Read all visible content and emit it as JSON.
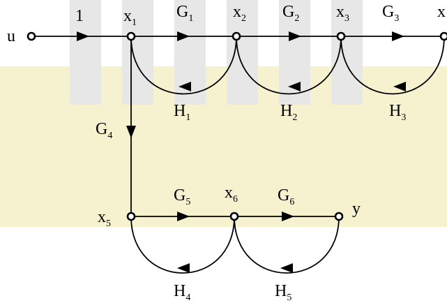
{
  "colors": {
    "background_band": "#f6f2d0",
    "watermark": "#e7e7e7",
    "line": "#000000"
  },
  "nodes": {
    "u": "u",
    "x1": {
      "main": "x",
      "sub": "1"
    },
    "x2": {
      "main": "x",
      "sub": "2"
    },
    "x3": {
      "main": "x",
      "sub": "3"
    },
    "x4": {
      "main": "x",
      "sub": ""
    },
    "x5": {
      "main": "x",
      "sub": "5"
    },
    "x6": {
      "main": "x",
      "sub": "6"
    },
    "y": "y"
  },
  "branches": {
    "input_gain": "1",
    "G1": {
      "main": "G",
      "sub": "1"
    },
    "G2": {
      "main": "G",
      "sub": "2"
    },
    "G3": {
      "main": "G",
      "sub": "3"
    },
    "G4": {
      "main": "G",
      "sub": "4"
    },
    "G5": {
      "main": "G",
      "sub": "5"
    },
    "G6": {
      "main": "G",
      "sub": "6"
    },
    "H1": {
      "main": "H",
      "sub": "1"
    },
    "H2": {
      "main": "H",
      "sub": "2"
    },
    "H3": {
      "main": "H",
      "sub": "3"
    },
    "H4": {
      "main": "H",
      "sub": "4"
    },
    "H5": {
      "main": "H",
      "sub": "5"
    }
  }
}
